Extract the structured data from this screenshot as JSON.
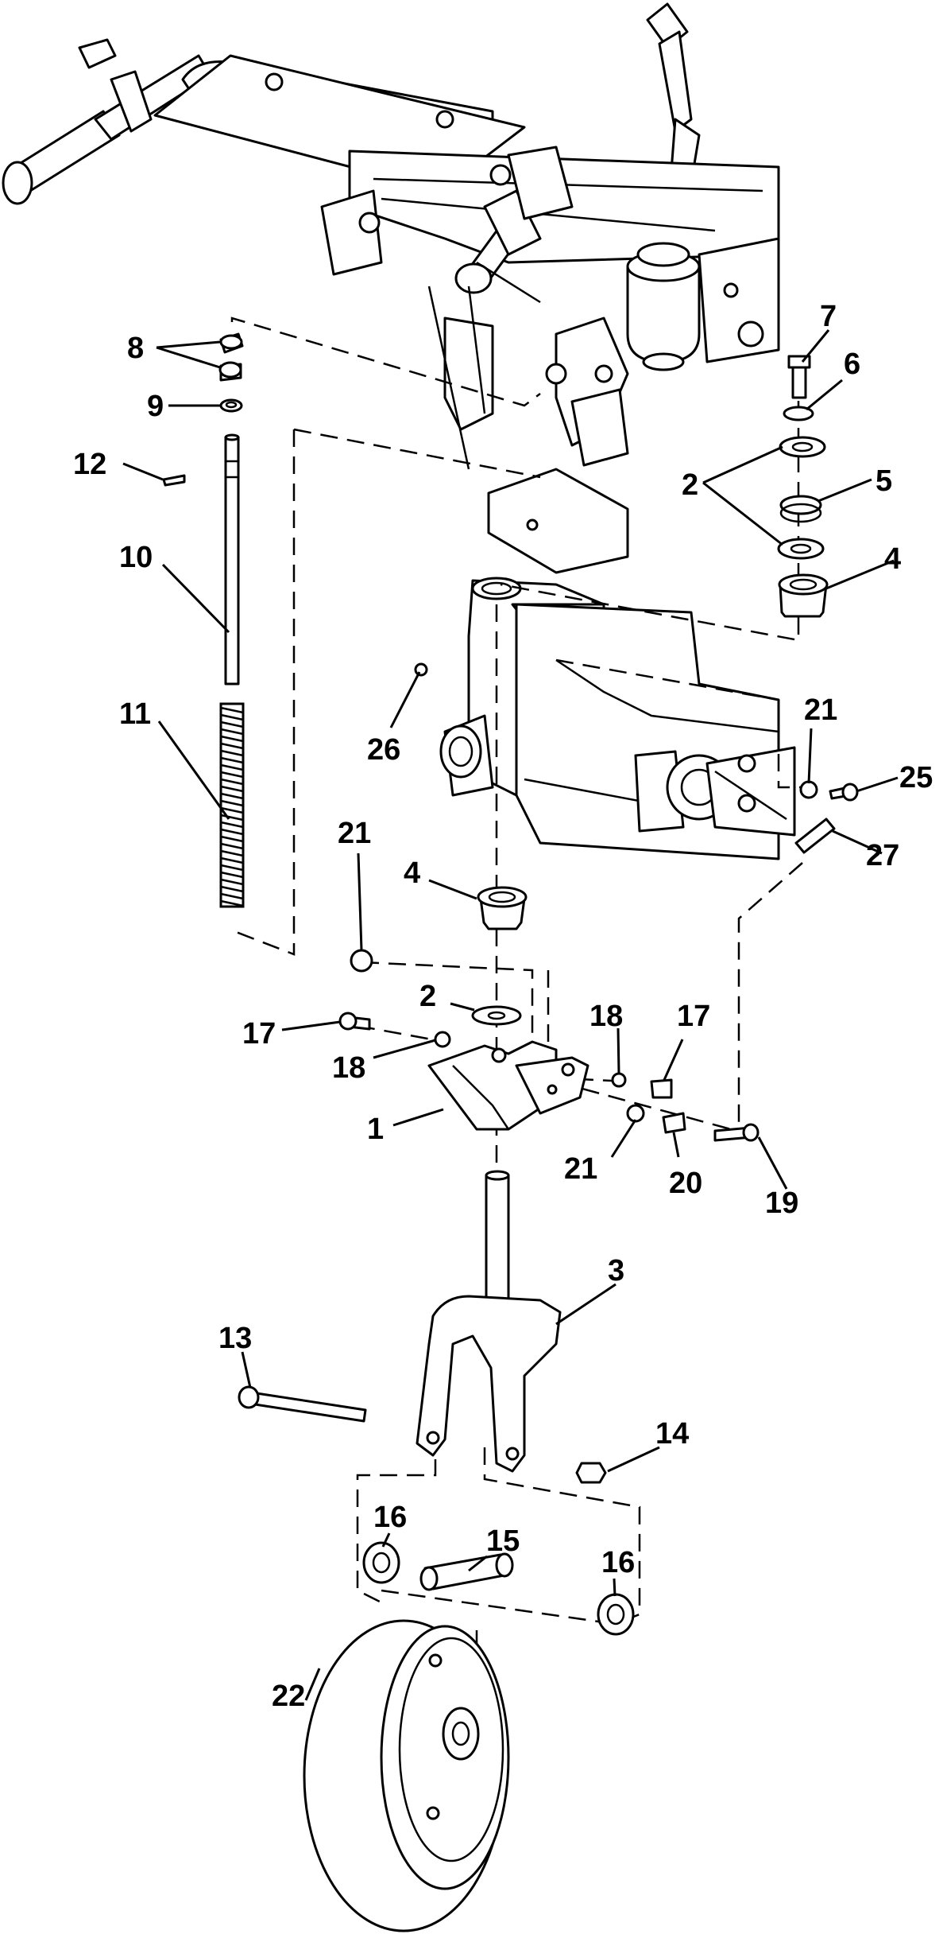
{
  "diagram": {
    "callouts": [
      {
        "id": "c8",
        "text": "8"
      },
      {
        "id": "c9",
        "text": "9"
      },
      {
        "id": "c12",
        "text": "12"
      },
      {
        "id": "c10",
        "text": "10"
      },
      {
        "id": "c11",
        "text": "11"
      },
      {
        "id": "c7",
        "text": "7"
      },
      {
        "id": "c6",
        "text": "6"
      },
      {
        "id": "c2a",
        "text": "2"
      },
      {
        "id": "c5",
        "text": "5"
      },
      {
        "id": "c4a",
        "text": "4"
      },
      {
        "id": "c26",
        "text": "26"
      },
      {
        "id": "c21a",
        "text": "21"
      },
      {
        "id": "c25",
        "text": "25"
      },
      {
        "id": "c27",
        "text": "27"
      },
      {
        "id": "c21b",
        "text": "21"
      },
      {
        "id": "c4b",
        "text": "4"
      },
      {
        "id": "c2b",
        "text": "2"
      },
      {
        "id": "c17a",
        "text": "17"
      },
      {
        "id": "c18a",
        "text": "18"
      },
      {
        "id": "c18b",
        "text": "18"
      },
      {
        "id": "c17b",
        "text": "17"
      },
      {
        "id": "c1",
        "text": "1"
      },
      {
        "id": "c21c",
        "text": "21"
      },
      {
        "id": "c20",
        "text": "20"
      },
      {
        "id": "c19",
        "text": "19"
      },
      {
        "id": "c3",
        "text": "3"
      },
      {
        "id": "c13",
        "text": "13"
      },
      {
        "id": "c14",
        "text": "14"
      },
      {
        "id": "c16a",
        "text": "16"
      },
      {
        "id": "c15",
        "text": "15"
      },
      {
        "id": "c16b",
        "text": "16"
      },
      {
        "id": "c22",
        "text": "22"
      }
    ]
  }
}
